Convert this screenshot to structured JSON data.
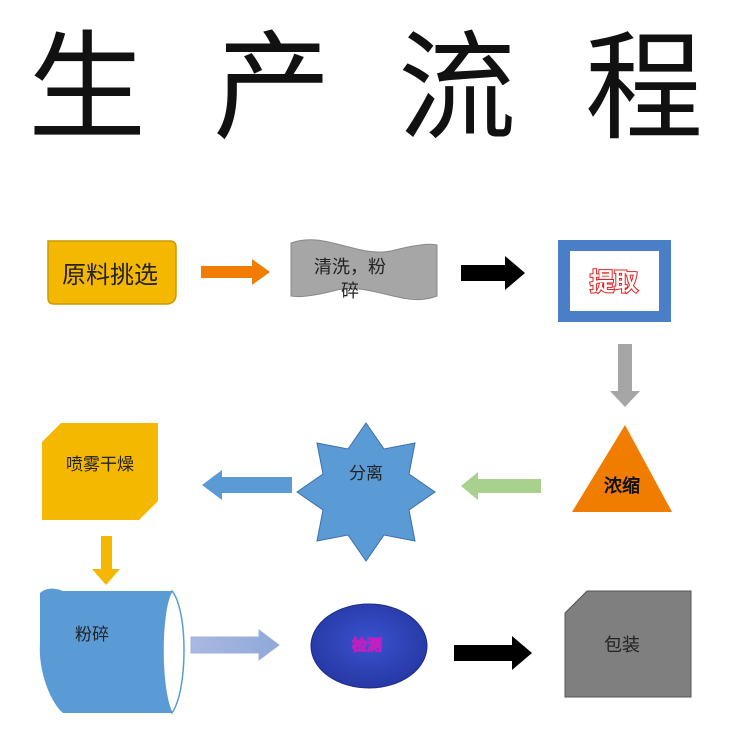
{
  "title": [
    "生",
    "产",
    "流",
    "程"
  ],
  "steps": {
    "s1": "原料挑选",
    "s2_line1": "清洗，粉",
    "s2_line2": "碎",
    "s3": "提取",
    "s4": "浓缩",
    "s5": "分离",
    "s6": "喷雾干燥",
    "s7": "粉碎",
    "s8": "检测",
    "s9": "包装"
  },
  "colors": {
    "gold": "#f5b800",
    "orange": "#f07d00",
    "gray": "#a6a6a6",
    "blue": "#4a7fc8",
    "lightblue": "#5b9bd5",
    "green": "#a9d18e",
    "navy": "#2f3fb8",
    "black": "#000000",
    "red": "#e02020"
  }
}
